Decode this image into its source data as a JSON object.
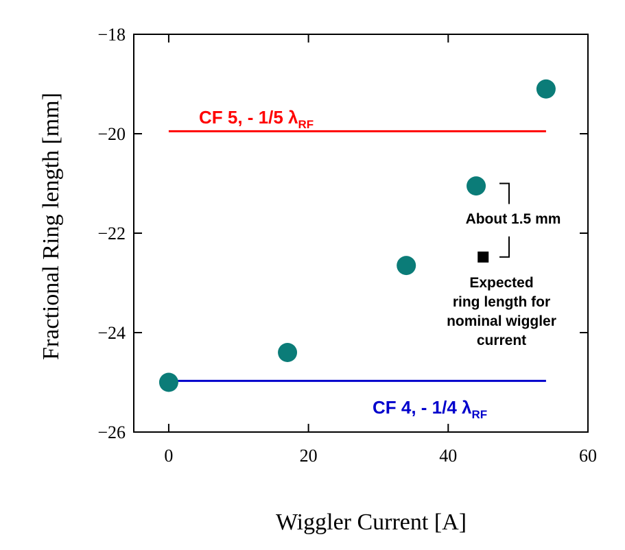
{
  "chart_data": {
    "type": "scatter",
    "title": "",
    "xlabel": "Wiggler Current [A]",
    "ylabel": "Fractional Ring length [mm]",
    "xlim": [
      -5,
      60
    ],
    "ylim": [
      -26,
      -18
    ],
    "x_ticks": [
      0,
      20,
      40,
      60
    ],
    "y_ticks": [
      -18,
      -20,
      -22,
      -24,
      -26
    ],
    "x_tick_labels": [
      "0",
      "20",
      "40",
      "60"
    ],
    "y_tick_labels": [
      "−18",
      "−20",
      "−22",
      "−24",
      "−26"
    ],
    "grid": false,
    "series": [
      {
        "color": "#0b7c78",
        "points": [
          {
            "x": 0,
            "y": -25.0
          },
          {
            "x": 17,
            "y": -24.4
          },
          {
            "x": 34,
            "y": -22.65
          },
          {
            "x": 44,
            "y": -21.05
          },
          {
            "x": 54,
            "y": -19.1
          }
        ]
      }
    ],
    "expected_point": {
      "x": 45,
      "y": -22.48,
      "color": "#000000"
    },
    "reference_lines": [
      {
        "y": -19.95,
        "x_from": 0,
        "x_to": 54,
        "color": "#ff0000",
        "label_main": "CF 5, - 1/5 λ",
        "label_sub": "RF"
      },
      {
        "y": -24.97,
        "x_from": 0,
        "x_to": 54,
        "color": "#0000cc",
        "label_main": "CF 4, - 1/4 λ",
        "label_sub": "RF"
      }
    ],
    "annotations": {
      "difference": "About 1.5 mm",
      "expected_lines": [
        "Expected",
        "ring length for",
        "nominal wiggler",
        "current"
      ]
    }
  }
}
